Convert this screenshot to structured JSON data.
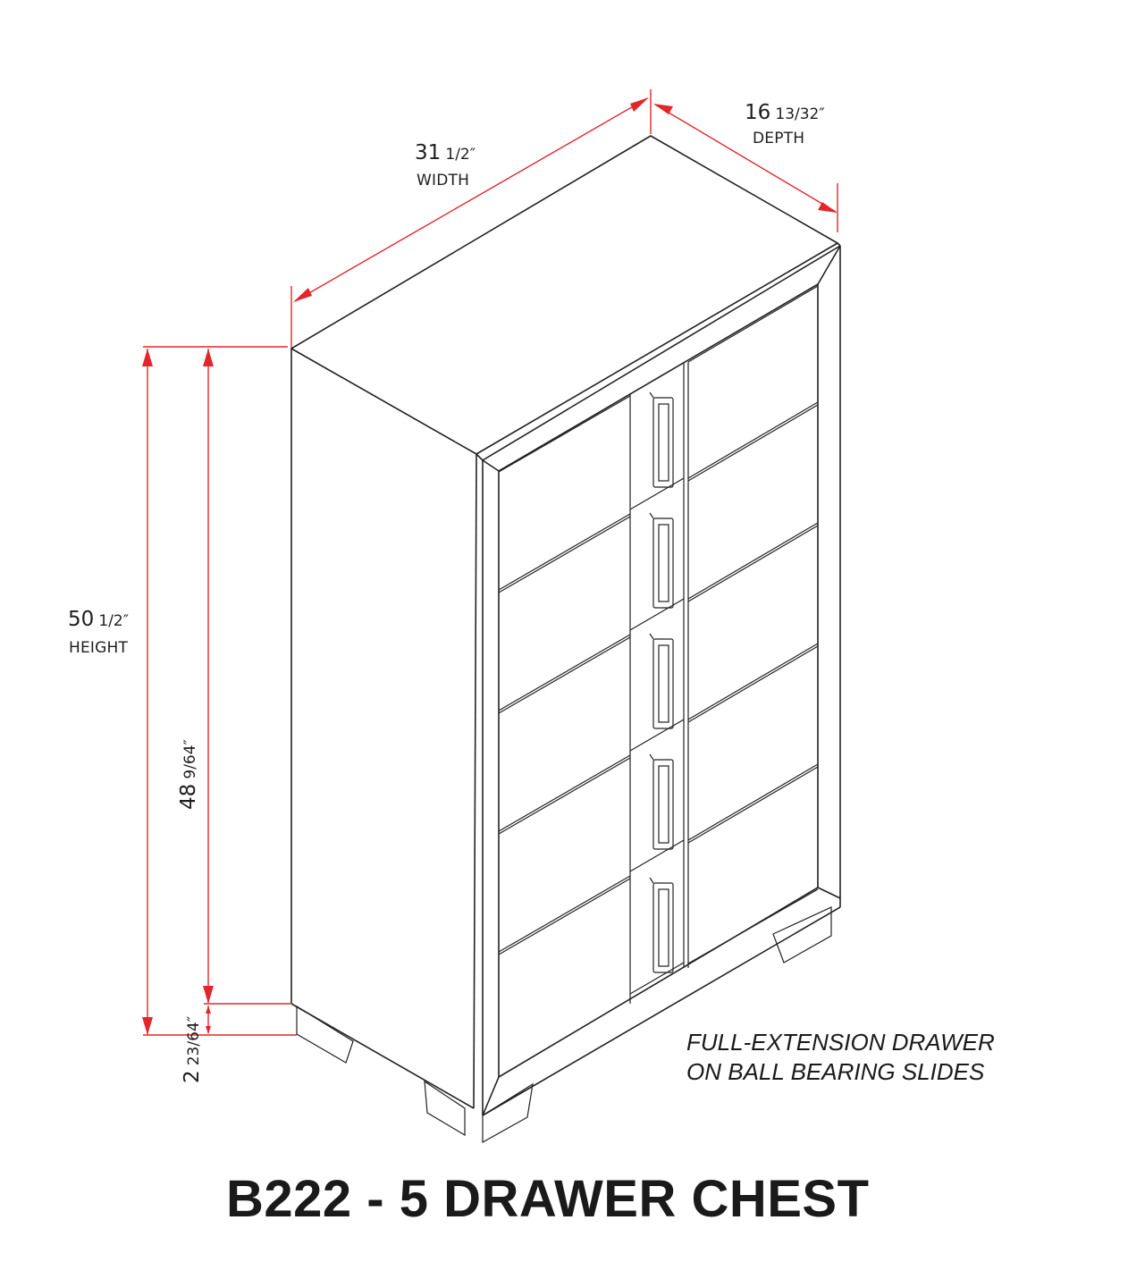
{
  "title": "B222 - 5 DRAWER CHEST",
  "note": {
    "line1": "FULL-EXTENSION DRAWER",
    "line2": "ON BALL BEARING SLIDES"
  },
  "dimensions": {
    "width": {
      "whole": "31",
      "fraction": "1/2″",
      "label": "WIDTH"
    },
    "depth": {
      "whole": "16",
      "fraction": "13/32″",
      "label": "DEPTH"
    },
    "height": {
      "whole": "50",
      "fraction": "1/2″",
      "label": "HEIGHT"
    },
    "body_height": {
      "whole": "48",
      "fraction": "9/64″"
    },
    "leg_height": {
      "whole": "2",
      "fraction": "23/64″"
    }
  },
  "drawer_count": 5,
  "colors": {
    "line": "#222222",
    "dimension": "#e3262b",
    "background": "#ffffff"
  }
}
